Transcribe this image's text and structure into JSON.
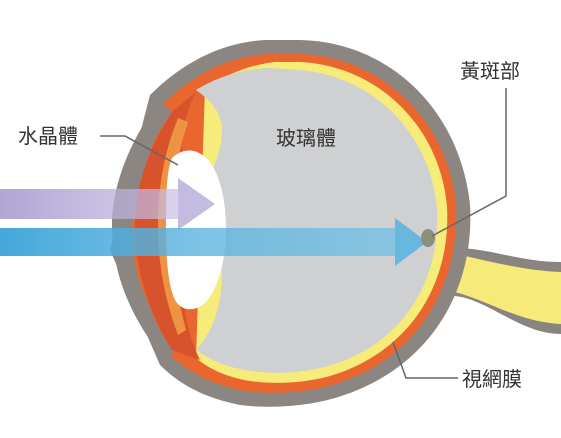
{
  "labels": {
    "lens": "水晶體",
    "vitreous": "玻璃體",
    "macula": "黃斑部",
    "retina": "視網膜"
  },
  "colors": {
    "sclera": "#8a8481",
    "choroid": "#e9662f",
    "retina_layer": "#f7ec79",
    "vitreous": "#cfd0d2",
    "lens": "#ffffff",
    "ciliary_body": "#d8512a",
    "iris": "#f08a3a",
    "optic_nerve": "#f7ec79",
    "macula": "#8b8f7c",
    "ray_purple": "#a99ccf",
    "ray_blue": "#6ab7dd",
    "leader_line": "#666666"
  }
}
